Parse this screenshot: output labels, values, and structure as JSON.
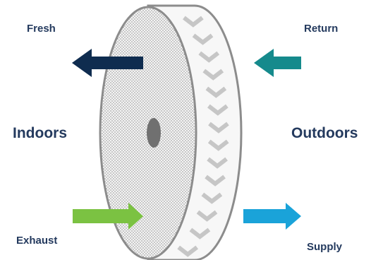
{
  "labels": {
    "fresh": "Fresh",
    "return": "Return",
    "indoors": "Indoors",
    "outdoors": "Outdoors",
    "exhaust": "Exhaust",
    "supply": "Supply"
  },
  "colors": {
    "text": "#243a5e",
    "fresh_arrow": "#0f2c4f",
    "return_arrow": "#158a8c",
    "exhaust_arrow": "#7bc242",
    "supply_arrow": "#1aa3d9",
    "wheel_outline": "#8c8c8c",
    "wheel_face": "#ececec",
    "chevron": "#c6c6c6",
    "hub": "#707070"
  },
  "icons": {
    "wheel": "heat-recovery-wheel",
    "fresh_arrow": "arrow-left",
    "return_arrow": "arrow-left",
    "exhaust_arrow": "arrow-right",
    "supply_arrow": "arrow-right"
  }
}
